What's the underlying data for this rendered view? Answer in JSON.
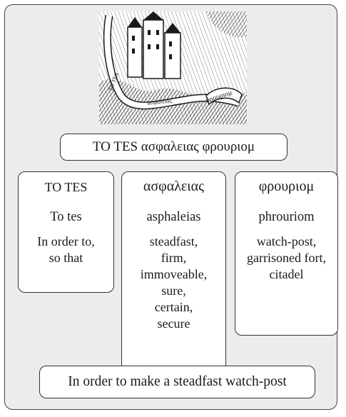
{
  "emblem": {
    "scroll_text_1": "TO TES",
    "scroll_text_2": "ασφαλειας",
    "scroll_text_3": "φρουριομ",
    "colors": {
      "ink": "#1a1a1a",
      "paper": "#ffffff"
    }
  },
  "title_phrase": "TO TES  ασφαλειας φρουριομ",
  "columns": [
    {
      "heading": "TO TES",
      "transliteration": "To tes",
      "meaning": "In order to,\nso that"
    },
    {
      "heading": "ασφαλειας",
      "transliteration": "asphaleias",
      "meaning": "steadfast,\nfirm,\nimmoveable,\nsure,\ncertain,\nsecure"
    },
    {
      "heading": "φρουριομ",
      "transliteration": "phrouriom",
      "meaning": "watch-post,\ngarrisoned fort,\ncitadel"
    }
  ],
  "translation": "In order to make a steadfast watch-post",
  "colors": {
    "panel_bg": "#ececec",
    "box_bg": "#ffffff",
    "border": "#333333"
  }
}
